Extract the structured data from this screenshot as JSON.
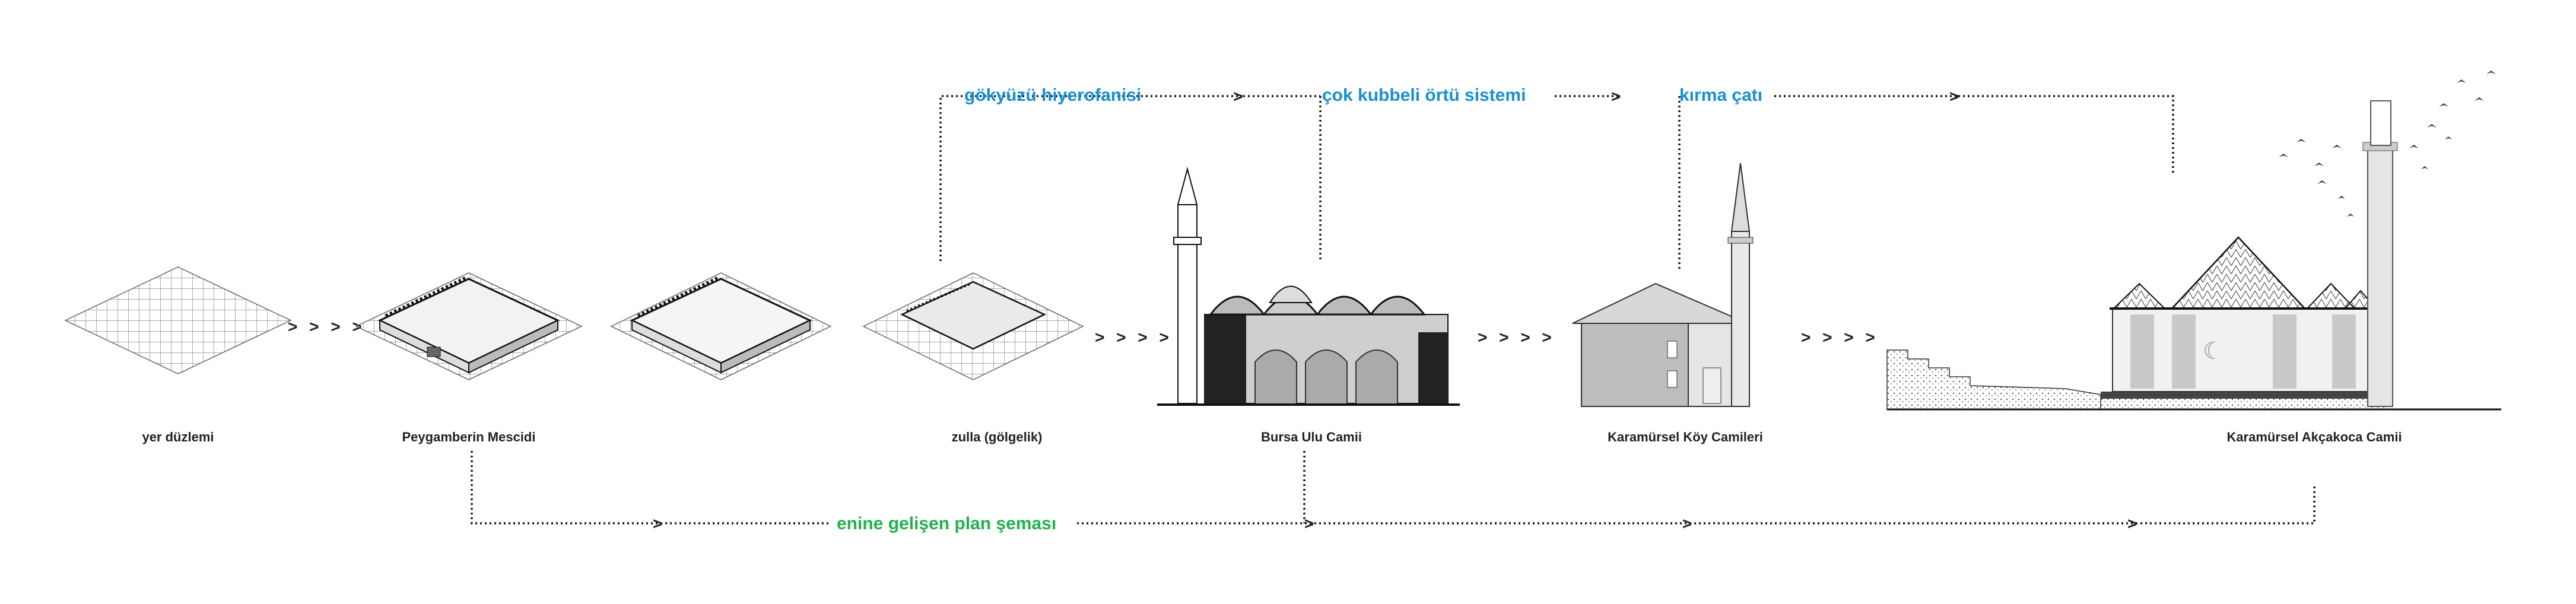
{
  "labels": {
    "yer_duzlemi": "yer düzlemi",
    "peygamberin_mescidi": "Peygamberin Mescidi",
    "zulla": "zulla (gölgelik)",
    "bursa_ulu_camii": "Bursa Ulu Camii",
    "karamursel_koy_camileri": "Karamürsel Köy Camileri",
    "karamursel_akcakoca_camii": "Karamürsel Akçakoca Camii"
  },
  "flows": {
    "gokyuzu": "gökyüzü hiyerofanisi",
    "cok_kubbeli": "çok kubbeli örtü sistemi",
    "kirma_cati": "kırma çatı",
    "enine": "enine gelişen plan şeması"
  },
  "separators": {
    "chevrons": "> > > >"
  },
  "colors": {
    "blue": "#1a8fd0",
    "green": "#22b14c",
    "ink": "#111111"
  }
}
